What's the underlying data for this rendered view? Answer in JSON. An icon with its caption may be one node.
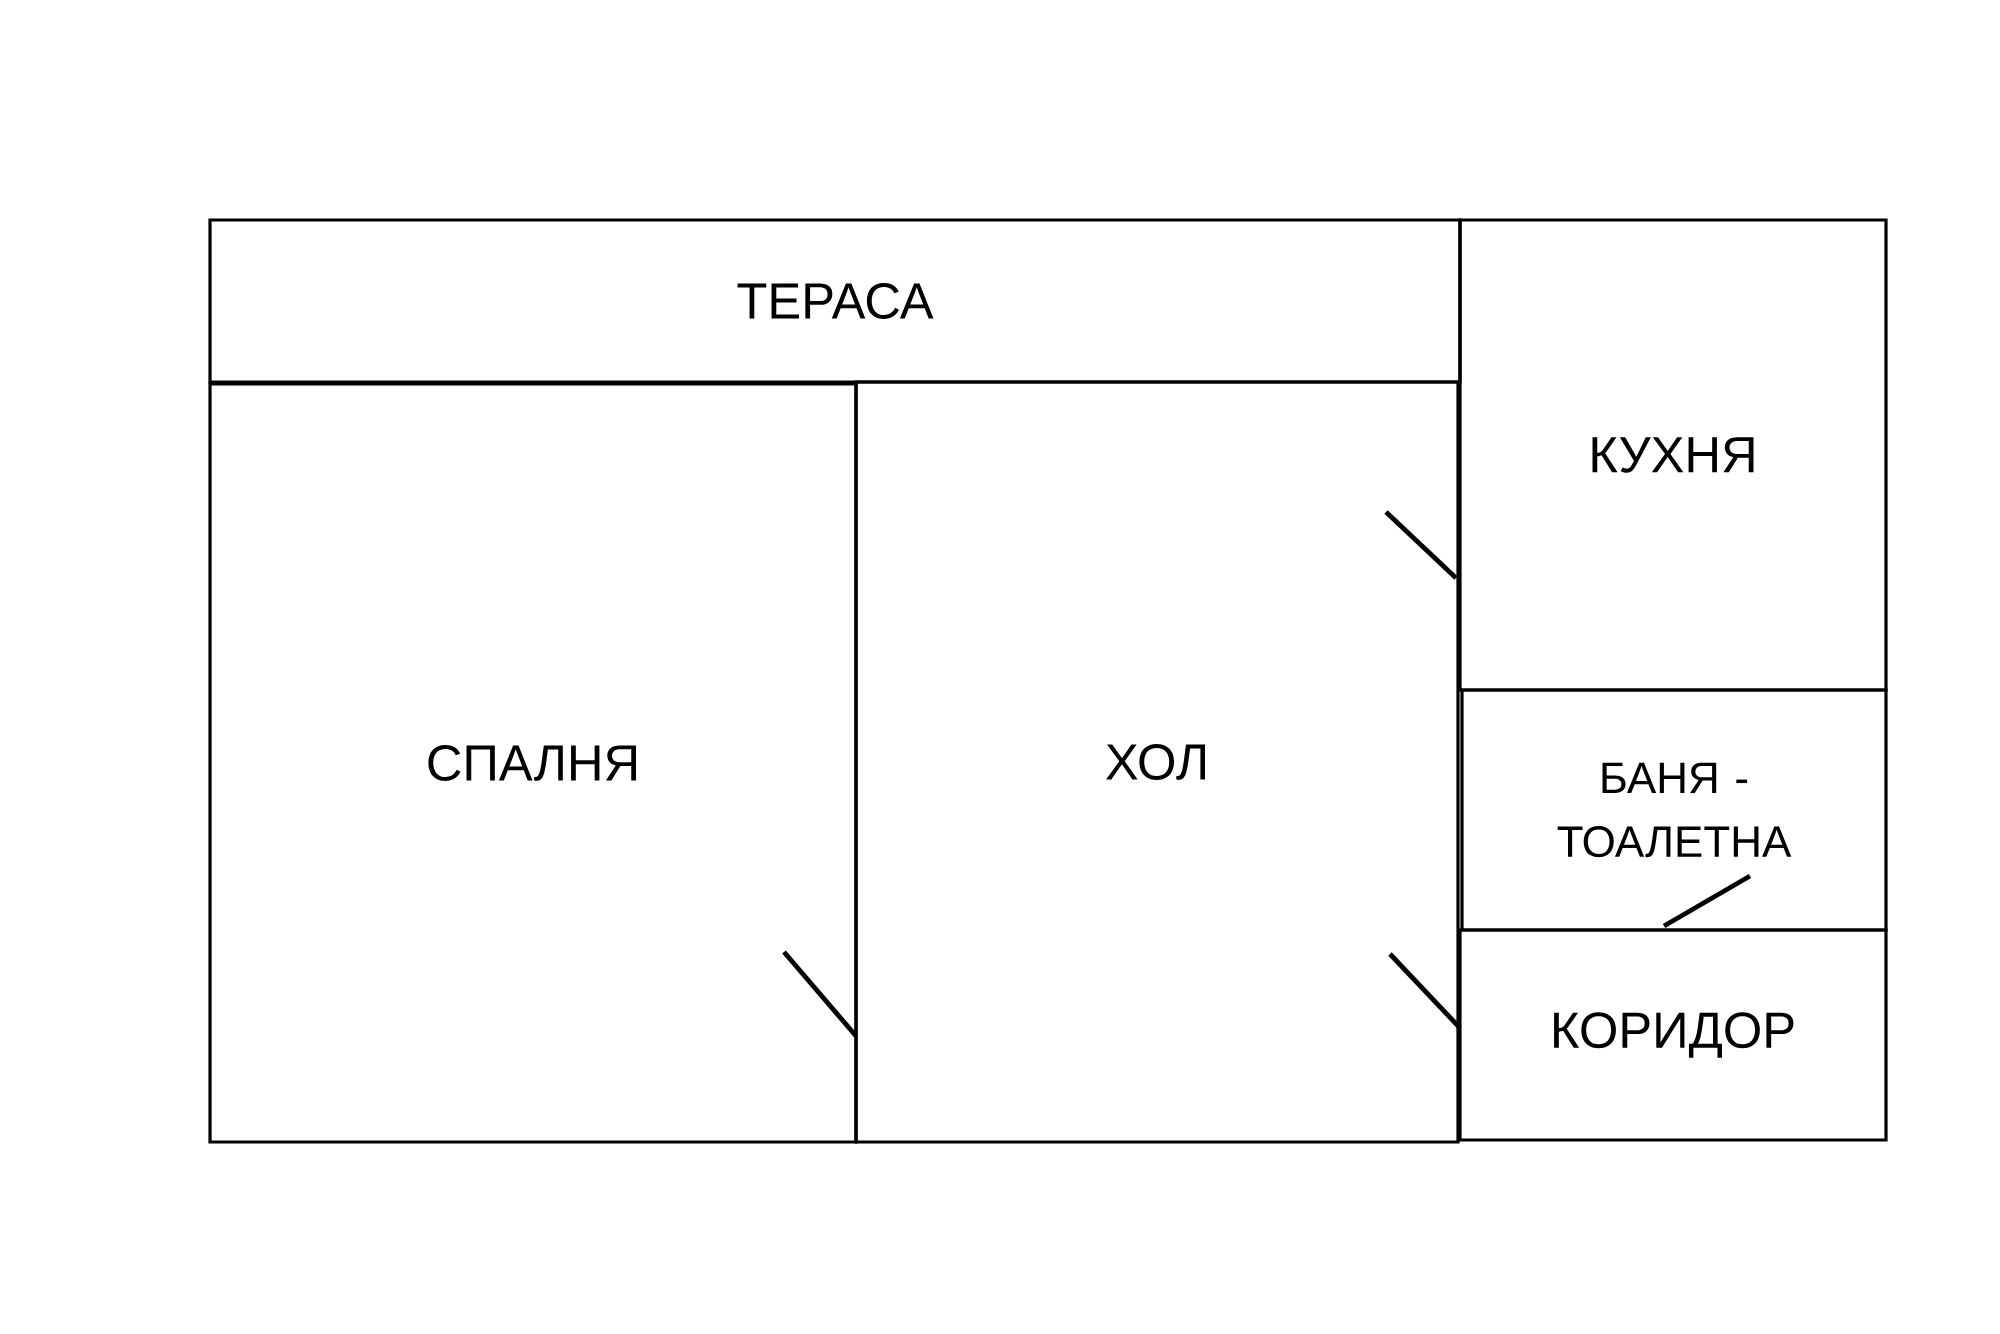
{
  "diagram": {
    "nodes": [
      {
        "text": [
          "ТЕРАСА"
        ]
      },
      {
        "text": [
          "СПАЛНЯ"
        ]
      },
      {
        "text": [
          "ХОЛ"
        ]
      },
      {
        "text": [
          "КУХНЯ"
        ]
      },
      {
        "text": [
          "БАНЯ - ТОАЛЕТНА"
        ]
      },
      {
        "text": [
          "КОРИДОР"
        ]
      }
    ]
  }
}
